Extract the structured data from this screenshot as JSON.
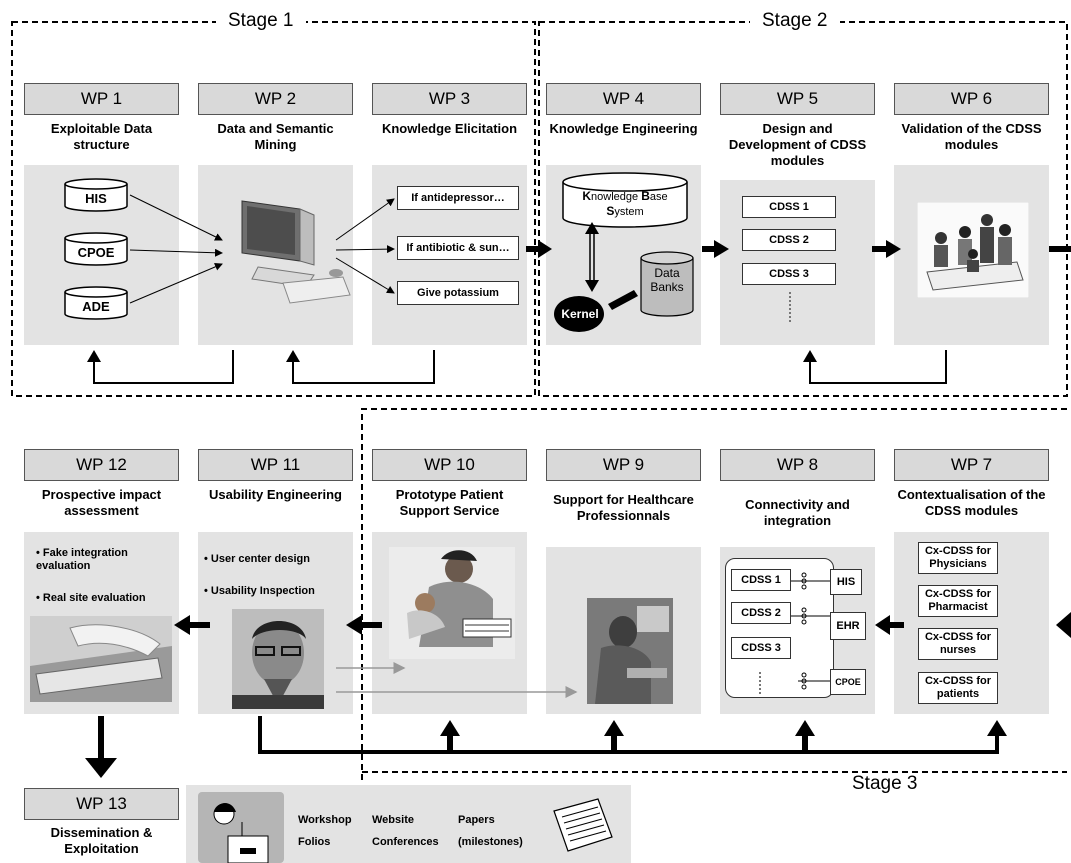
{
  "stages": {
    "s1": "Stage 1",
    "s2": "Stage 2",
    "s3": "Stage 3"
  },
  "wp": {
    "wp1": {
      "id": "WP 1",
      "title": "Exploitable Data structure"
    },
    "wp2": {
      "id": "WP 2",
      "title": "Data and Semantic Mining"
    },
    "wp3": {
      "id": "WP 3",
      "title": "Knowledge Elicitation"
    },
    "wp4": {
      "id": "WP 4",
      "title": "Knowledge Engineering"
    },
    "wp5": {
      "id": "WP 5",
      "title": "Design and Development of CDSS modules"
    },
    "wp6": {
      "id": "WP 6",
      "title": "Validation of the CDSS modules"
    },
    "wp7": {
      "id": "WP 7",
      "title": "Contextualisation of the CDSS modules"
    },
    "wp8": {
      "id": "WP 8",
      "title": "Connectivity and integration"
    },
    "wp9": {
      "id": "WP 9",
      "title": "Support for Healthcare Professionnals"
    },
    "wp10": {
      "id": "WP 10",
      "title": "Prototype Patient Support Service"
    },
    "wp11": {
      "id": "WP 11",
      "title": "Usability Engineering"
    },
    "wp12": {
      "id": "WP 12",
      "title": "Prospective impact assessment"
    },
    "wp13": {
      "id": "WP 13",
      "title": "Dissemination & Exploitation"
    }
  },
  "wp1_sources": {
    "his": "HIS",
    "cpoe": "CPOE",
    "ade": "ADE"
  },
  "wp3_rules": {
    "r1": "If antidepressor…",
    "r2": "If antibiotic & sun…",
    "r3": "Give potassium"
  },
  "wp4": {
    "kbs_k": "K",
    "kbs_now": "nowledge ",
    "kbs_b": "B",
    "kbs_ase": "ase",
    "kbs_s": "S",
    "kbs_ystem": "ystem",
    "kernel": "Kernel",
    "data1": "Data",
    "data2": "Banks"
  },
  "wp5_modules": {
    "m1": "CDSS 1",
    "m2": "CDSS 2",
    "m3": "CDSS 3"
  },
  "wp7_items": {
    "c1": "Cx-CDSS for Physicians",
    "c2": "Cx-CDSS for Pharmacist",
    "c3": "Cx-CDSS for nurses",
    "c4": "Cx-CDSS for patients"
  },
  "wp8": {
    "m1": "CDSS 1",
    "m2": "CDSS 2",
    "m3": "CDSS 3",
    "his": "HIS",
    "ehr": "EHR",
    "cpoe": "CPOE"
  },
  "wp11_bullets": {
    "b1": "• User center design",
    "b2": "• Usability Inspection"
  },
  "wp12_bullets": {
    "b1": "• Fake integration evaluation",
    "b2": "• Real site evaluation"
  },
  "wp13_items": {
    "workshop": "Workshop",
    "folios": "Folios",
    "website": "Website",
    "conferences": "Conferences",
    "papers": "Papers",
    "milestones": "(milestones)"
  }
}
